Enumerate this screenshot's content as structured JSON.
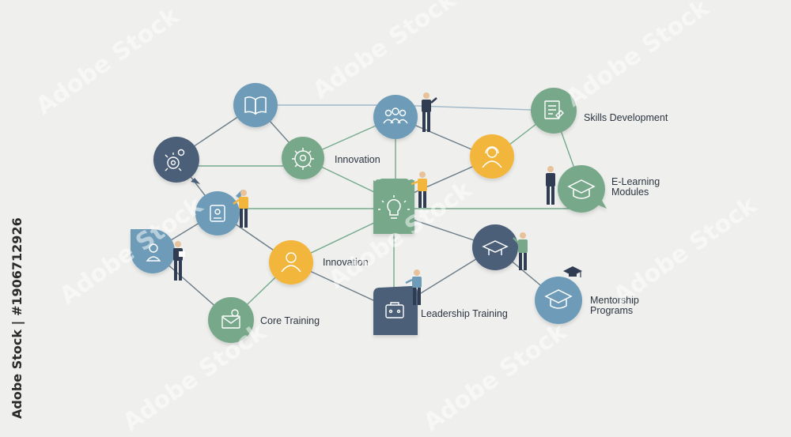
{
  "colors": {
    "blue": "#6e9cb8",
    "green": "#78a88a",
    "navy": "#4b5e78",
    "yellow": "#f3b63d",
    "line": "#6b7c86",
    "greenline": "#74aa8c",
    "skin": "#e8c29a",
    "suit": "#2f3c52",
    "shirt": "#f3b63d",
    "shirt2": "#6e9cb8",
    "shirt3": "#78a88a"
  },
  "labels": {
    "skills": "Skills Development",
    "innovation_top": "Innovation",
    "elearning_1": "E-Learning",
    "elearning_2": "Modules",
    "innovation_bottom": "Innovation",
    "leadership": "Leadership Training",
    "mentorship_1": "Mentorship",
    "mentorship_2": "Programs",
    "core": "Core Training"
  },
  "watermark": {
    "brand": "Adobe Stock",
    "vertical": "Adobe Stock | #1906712926"
  }
}
